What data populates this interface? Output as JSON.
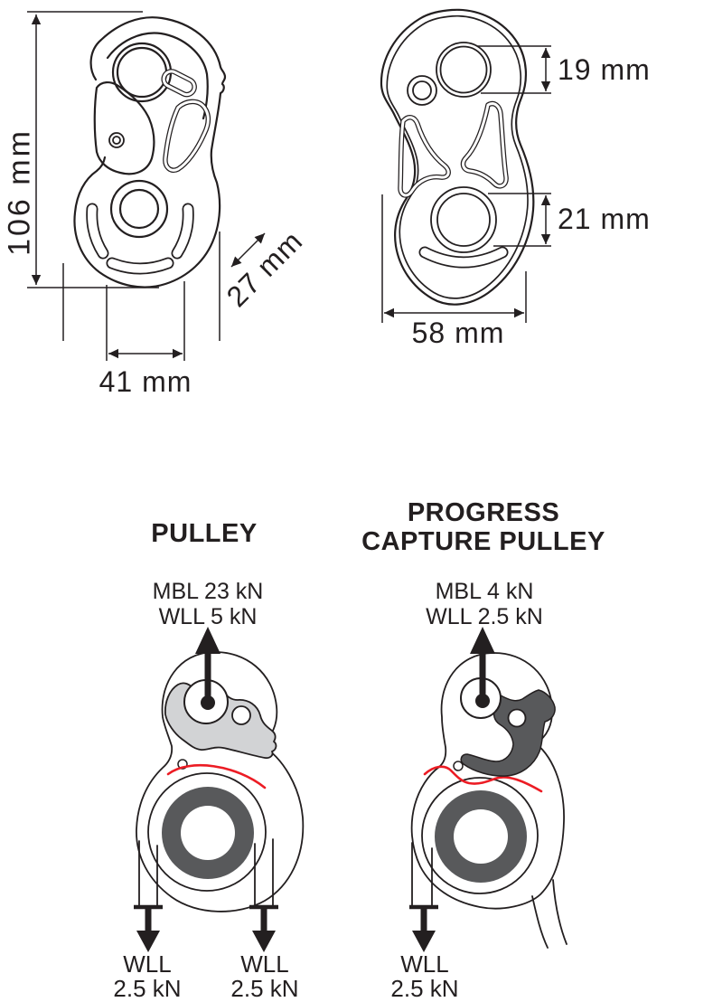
{
  "colors": {
    "line": "#231f20",
    "red": "#ec1c24",
    "cam_light": "#d2d3d5",
    "metal_dark": "#58595b",
    "background": "#ffffff"
  },
  "dimension_views": {
    "side_view": {
      "height_label": "106 mm",
      "width_label": "41 mm",
      "depth_label": "27 mm"
    },
    "front_view": {
      "top_hole_label": "19 mm",
      "bottom_hole_label": "21 mm",
      "width_label": "58 mm"
    }
  },
  "modes": {
    "pulley": {
      "title": "PULLEY",
      "anchor_rating_line1": "MBL 23 kN",
      "anchor_rating_line2": "WLL 5 kN",
      "left_rope_line1": "WLL",
      "left_rope_line2": "2.5 kN",
      "right_rope_line1": "WLL",
      "right_rope_line2": "2.5 kN"
    },
    "progress_capture": {
      "title_line1": "PROGRESS",
      "title_line2": "CAPTURE PULLEY",
      "anchor_rating_line1": "MBL 4 kN",
      "anchor_rating_line2": "WLL 2.5 kN",
      "rope_line1": "WLL",
      "rope_line2": "2.5 kN"
    }
  }
}
